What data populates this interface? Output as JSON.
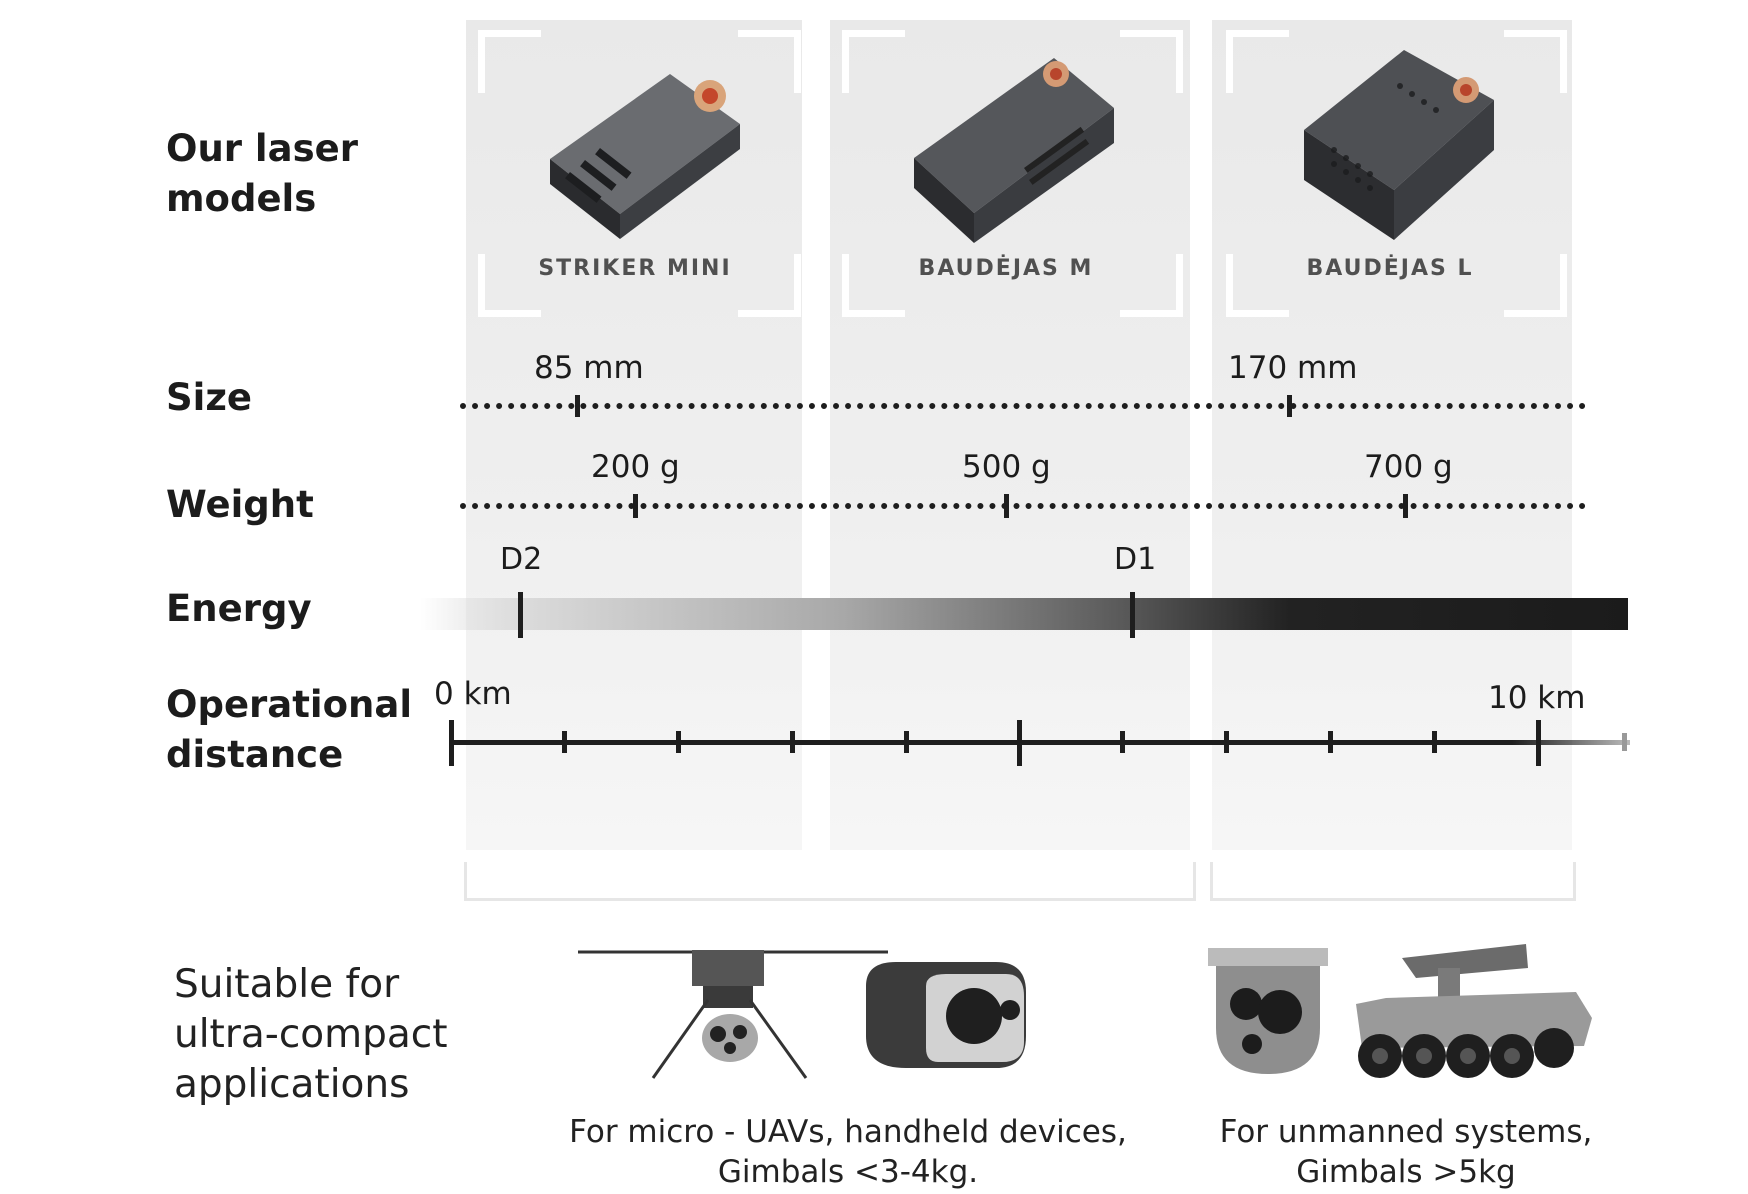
{
  "heading": "Our laser\nmodels",
  "models": [
    {
      "name": "STRIKER MINI"
    },
    {
      "name": "BAUDĖJAS M"
    },
    {
      "name": "BAUDĖJAS L"
    }
  ],
  "rows": {
    "size": {
      "label": "Size",
      "values": [
        "85 mm",
        "170 mm"
      ]
    },
    "weight": {
      "label": "Weight",
      "values": [
        "200 g",
        "500 g",
        "700 g"
      ]
    },
    "energy": {
      "label": "Energy",
      "values": [
        "D2",
        "D1"
      ]
    },
    "distance": {
      "label": "Operational\ndistance",
      "values": [
        "0 km",
        "10 km"
      ]
    }
  },
  "suitable": "Suitable for\nultra-compact\napplications",
  "captions": [
    "For micro - UAVs, handheld devices,\nGimbals <3-4kg.",
    "For unmanned systems,\nGimbals >5kg"
  ],
  "icons": [
    "laser-module-icon",
    "drone-icon",
    "handheld-rangefinder-icon",
    "gimbal-camera-icon",
    "unmanned-ground-vehicle-icon"
  ],
  "colors": {
    "column_bg": "#ececec",
    "ink": "#1e1e1e",
    "caption": "#505050"
  }
}
